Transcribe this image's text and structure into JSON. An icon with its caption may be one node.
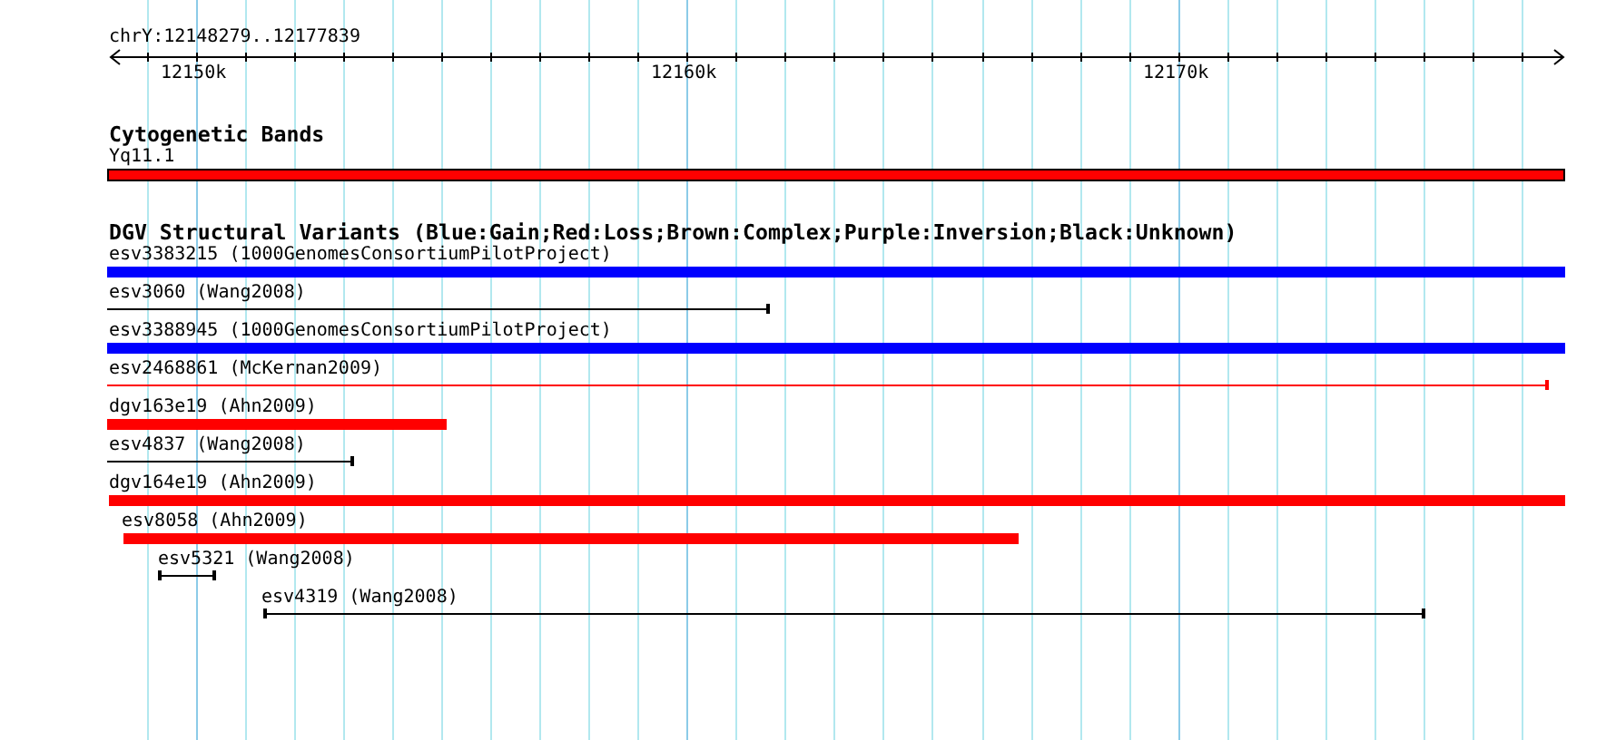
{
  "diagram": {
    "nodes": [
      {
        "text": [
          "Yq11.1"
        ]
      },
      {
        "text": [
          "esv3383215 (1000GenomesConsortiumPilotProject)"
        ]
      },
      {
        "text": [
          "esv3060 (Wang2008)"
        ]
      },
      {
        "text": [
          "esv3388945 (1000GenomesConsortiumPilotProject)"
        ]
      },
      {
        "text": [
          "esv2468861 (McKernan2009)"
        ]
      },
      {
        "text": [
          "dgv163e19 (Ahn2009)"
        ]
      },
      {
        "text": [
          "esv4837 (Wang2008)"
        ]
      },
      {
        "text": [
          "dgv164e19 (Ahn2009)"
        ]
      },
      {
        "text": [
          "esv8058 (Ahn2009)"
        ]
      },
      {
        "text": [
          "esv5321 (Wang2008)"
        ]
      },
      {
        "text": [
          "esv4319 (Wang2008)"
        ]
      }
    ],
    "labels": [
      "chrY:12148279..12177839",
      "12150k",
      "12160k",
      "12170k",
      "Cytogenetic Bands",
      "DGV Structural Variants (Blue:Gain;Red:Loss;Brown:Complex;Purple:Inversion;Black:Unknown)"
    ]
  }
}
